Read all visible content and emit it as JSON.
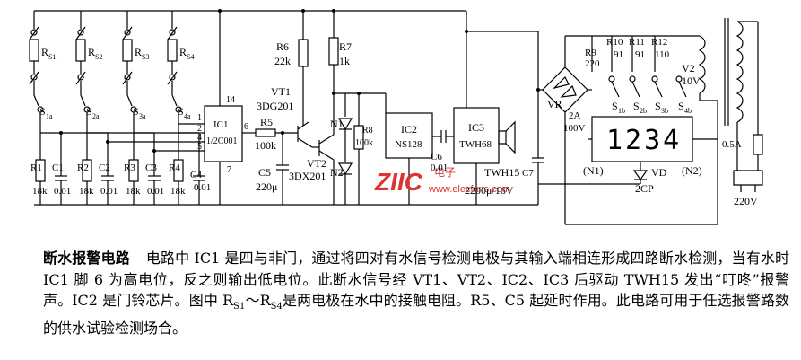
{
  "caption": {
    "title": "断水报警电路",
    "body": "电路中 IC1 是四与非门，通过将四对有水信号检测电极与其输入端相连形成四路断水检测，当有水时 IC1 脚 6 为高电位，反之则输出低电位。此断水信号经 VT1、VT2、IC2、IC3 后驱动 TWH15 发出“叮咚”报警声。IC2 是门铃芯片。图中 R",
    "sub1": "S1",
    "tilde": "～R",
    "sub2": "S4",
    "body_end": "是两电极在水中的接触电阻。R5、C5 起延时作用。此电路可用于任选报警路数的供水试验检测场合。"
  },
  "labels": {
    "rs1": "R",
    "rs1_sub": "S1",
    "rs2": "R",
    "rs2_sub": "S2",
    "rs3": "R",
    "rs3_sub": "S3",
    "rs4": "R",
    "rs4_sub": "S4",
    "s1a": "S",
    "s1a_sub": "1a",
    "s2a": "S",
    "s2a_sub": "2a",
    "s3a": "S",
    "s3a_sub": "3a",
    "s4a": "S",
    "s4a_sub": "4a",
    "r1": "R1",
    "r1_val": "18k",
    "c1": "C1",
    "c1_val": "0.01",
    "r2": "R2",
    "r2_val": "18k",
    "c2": "C2",
    "c2_val": "0.01",
    "r3": "R3",
    "r3_val": "18k",
    "c3": "C3",
    "c3_val": "0.01",
    "r4": "R4",
    "r4_val": "18k",
    "c4": "C4",
    "c4_val": "0.01",
    "ic1": "IC1",
    "ic1_type": "1/2C001",
    "pin14": "14",
    "pin6": "6",
    "pin7": "7",
    "pin1": "1",
    "pin2": "2",
    "pin4": "4",
    "pin5": "5",
    "r5": "R5",
    "r5_val": "100k",
    "c5": "C5",
    "c5_val": "220μ",
    "r6": "R6",
    "r6_val": "22k",
    "r7": "R7",
    "r7_val": "1k",
    "vt1": "VT1",
    "vt1_type": "3DG201",
    "vt2": "VT2",
    "vt2_type": "3DX201",
    "n1": "N1",
    "n2": "N2",
    "r8": "R8",
    "r8_val": "100k",
    "ic2": "IC2",
    "ic2_type": "NS128",
    "c6": "C6",
    "c6_val": "0.01",
    "ic3": "IC3",
    "ic3_type": "TWH68",
    "twh15": "TWH15",
    "c7": "C7",
    "c7_val": "2200μ/16V",
    "vr": "VR",
    "vr_rating1": "2A",
    "vr_rating2": "100V",
    "r9": "R9",
    "r9_val": "220",
    "r10": "R10",
    "r10_val": "91",
    "r11": "R11",
    "r11_val": "91",
    "r12": "R12",
    "r12_val": "110",
    "s1b": "S",
    "s1b_sub": "1b",
    "s2b": "S",
    "s2b_sub": "2b",
    "s3b": "S",
    "s3b_sub": "3b",
    "s4b": "S",
    "s4b_sub": "4b",
    "display": "1234",
    "n1p": "(N1)",
    "n2p": "(N2)",
    "vd": "VD",
    "vd_type": "2CP",
    "v2": "V2",
    "v2_val": "10V",
    "fuse": "0.5A",
    "mains": "220V"
  },
  "watermark": {
    "big": "ZIIC",
    "cn": "电子",
    "url": "www.elecfans.com"
  }
}
